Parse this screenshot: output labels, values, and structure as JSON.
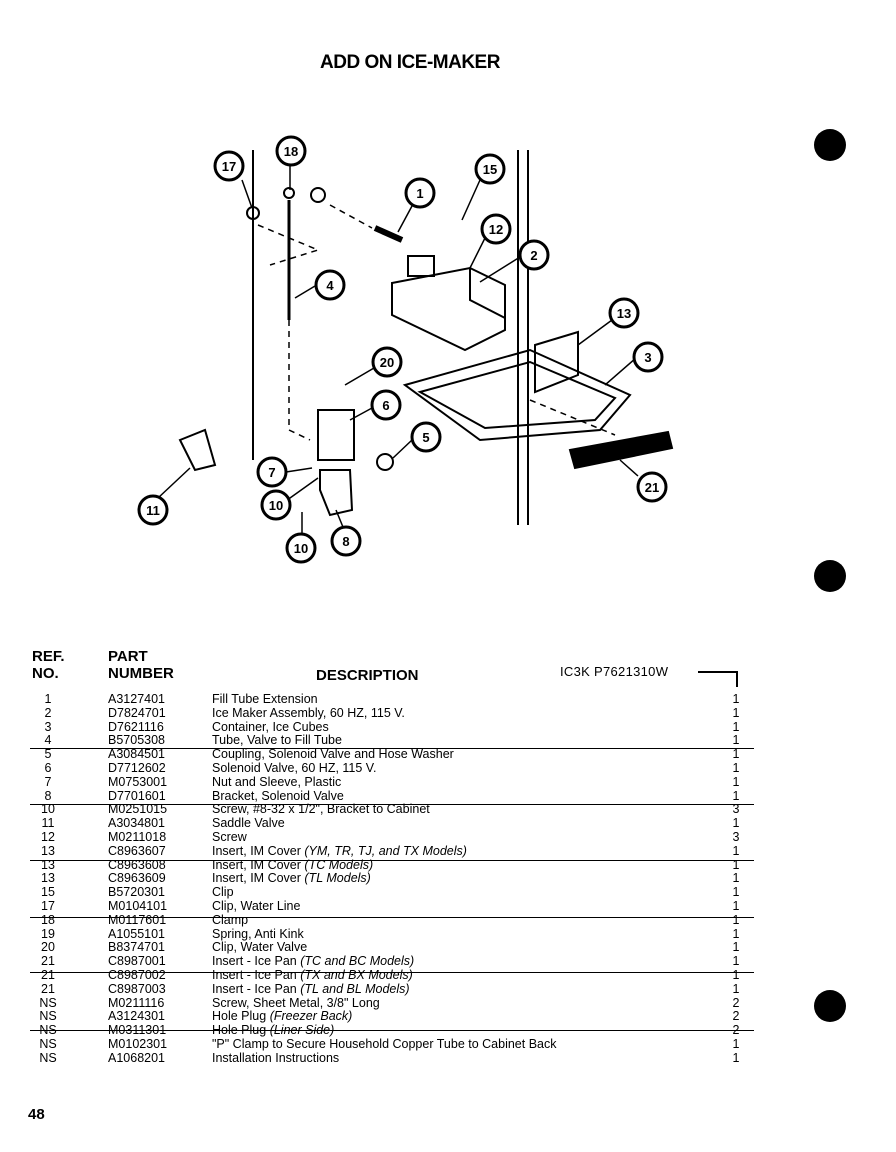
{
  "page": {
    "title": "ADD ON ICE-MAKER",
    "page_number": "48"
  },
  "diagram": {
    "callouts": [
      "17",
      "18",
      "1",
      "15",
      "12",
      "2",
      "4",
      "13",
      "20",
      "3",
      "6",
      "5",
      "7",
      "10",
      "21",
      "11",
      "8",
      "10"
    ]
  },
  "table": {
    "headers": {
      "ref_line1": "REF.",
      "ref_line2": "NO.",
      "part_line1": "PART",
      "part_line2": "NUMBER",
      "description": "DESCRIPTION",
      "model": "IC3K  P7621310W"
    },
    "rows": [
      {
        "ref": "1",
        "part": "A3127401",
        "desc": "Fill Tube Extension",
        "desc_italic": "",
        "qty": "1"
      },
      {
        "ref": "2",
        "part": "D7824701",
        "desc": "Ice Maker Assembly, 60 HZ, 115 V.",
        "desc_italic": "",
        "qty": "1"
      },
      {
        "ref": "3",
        "part": "D7621116",
        "desc": "Container, Ice Cubes",
        "desc_italic": "",
        "qty": "1"
      },
      {
        "ref": "4",
        "part": "B5705308",
        "desc": "Tube, Valve to Fill Tube",
        "desc_italic": "",
        "qty": "1"
      },
      {
        "ref": "5",
        "part": "A3084501",
        "desc": "Coupling, Solenoid Valve and Hose Washer",
        "desc_italic": "",
        "qty": "1"
      },
      {
        "ref": "6",
        "part": "D7712602",
        "desc": "Solenoid Valve, 60 HZ, 115 V.",
        "desc_italic": "",
        "qty": "1"
      },
      {
        "ref": "7",
        "part": "M0753001",
        "desc": "Nut and Sleeve, Plastic",
        "desc_italic": "",
        "qty": "1"
      },
      {
        "ref": "8",
        "part": "D7701601",
        "desc": "Bracket, Solenoid Valve",
        "desc_italic": "",
        "qty": "1"
      },
      {
        "ref": "10",
        "part": "M0251015",
        "desc": "Screw, #8-32 x 1/2\", Bracket to Cabinet",
        "desc_italic": "",
        "qty": "3"
      },
      {
        "ref": "11",
        "part": "A3034801",
        "desc": "Saddle Valve",
        "desc_italic": "",
        "qty": "1"
      },
      {
        "ref": "12",
        "part": "M0211018",
        "desc": "Screw",
        "desc_italic": "",
        "qty": "3"
      },
      {
        "ref": "13",
        "part": "C8963607",
        "desc": "Insert, IM Cover ",
        "desc_italic": "(YM, TR, TJ, and TX Models)",
        "qty": "1"
      },
      {
        "ref": "13",
        "part": "C8963608",
        "desc": "Insert, IM Cover ",
        "desc_italic": "(TC Models)",
        "qty": "1"
      },
      {
        "ref": "13",
        "part": "C8963609",
        "desc": "Insert, IM Cover ",
        "desc_italic": "(TL Models)",
        "qty": "1"
      },
      {
        "ref": "15",
        "part": "B5720301",
        "desc": "Clip",
        "desc_italic": "",
        "qty": "1"
      },
      {
        "ref": "17",
        "part": "M0104101",
        "desc": "Clip, Water Line",
        "desc_italic": "",
        "qty": "1"
      },
      {
        "ref": "18",
        "part": "M0117601",
        "desc": "Clamp",
        "desc_italic": "",
        "qty": "1"
      },
      {
        "ref": "19",
        "part": "A1055101",
        "desc": "Spring, Anti Kink",
        "desc_italic": "",
        "qty": "1"
      },
      {
        "ref": "20",
        "part": "B8374701",
        "desc": "Clip, Water Valve",
        "desc_italic": "",
        "qty": "1"
      },
      {
        "ref": "21",
        "part": "C8987001",
        "desc": "Insert - Ice Pan ",
        "desc_italic": "(TC and BC Models)",
        "qty": "1"
      },
      {
        "ref": "21",
        "part": "C8987002",
        "desc": "Insert - Ice Pan ",
        "desc_italic": "(TX and BX Models)",
        "qty": "1"
      },
      {
        "ref": "21",
        "part": "C8987003",
        "desc": "Insert - Ice Pan ",
        "desc_italic": "(TL and BL Models)",
        "qty": "1"
      },
      {
        "ref": "NS",
        "part": "M0211116",
        "desc": "Screw, Sheet Metal, 3/8\" Long",
        "desc_italic": "",
        "qty": "2"
      },
      {
        "ref": "NS",
        "part": "A3124301",
        "desc": "Hole Plug ",
        "desc_italic": "(Freezer Back)",
        "qty": "2"
      },
      {
        "ref": "NS",
        "part": "M0311301",
        "desc": "Hole Plug ",
        "desc_italic": "(Liner Side)",
        "qty": "2"
      },
      {
        "ref": "NS",
        "part": "M0102301",
        "desc": "\"P\" Clamp to Secure Household Copper Tube to Cabinet Back",
        "desc_italic": "",
        "qty": "1"
      },
      {
        "ref": "NS",
        "part": "A1068201",
        "desc": "Installation Instructions",
        "desc_italic": "",
        "qty": "1"
      }
    ]
  }
}
